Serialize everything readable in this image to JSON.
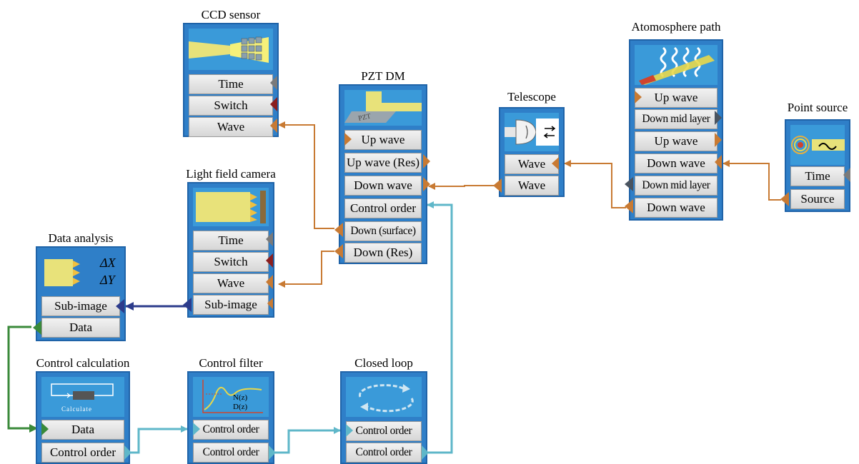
{
  "blocks": {
    "ccd": {
      "title": "CCD sensor",
      "ports": [
        "Time",
        "Switch",
        "Wave"
      ]
    },
    "lightfield": {
      "title": "Light field camera",
      "ports": [
        "Time",
        "Switch",
        "Wave",
        "Sub-image"
      ]
    },
    "analysis": {
      "title": "Data analysis",
      "dx": "ΔX",
      "dy": "ΔY",
      "ports": [
        "Sub-image",
        "Data"
      ]
    },
    "pzt": {
      "title": "PZT DM",
      "img_text": "PZT",
      "ports": [
        "Up wave",
        "Up wave (Res)",
        "Down wave",
        "Control order",
        "Down (surface)",
        "Down (Res)"
      ]
    },
    "telescope": {
      "title": "Telescope",
      "ports": [
        "Wave",
        "Wave"
      ]
    },
    "atmos": {
      "title": "Atomosphere path",
      "ports": [
        "Up wave",
        "Down mid layer",
        "Up wave",
        "Down wave",
        "Down mid layer",
        "Down wave"
      ]
    },
    "point": {
      "title": "Point source",
      "ports": [
        "Time",
        "Source"
      ]
    },
    "calc": {
      "title": "Control calculation",
      "img_text": "Calculate",
      "ports": [
        "Data",
        "Control order"
      ]
    },
    "filter": {
      "title": "Control filter",
      "img_lines": [
        "N(z)",
        "D(z)"
      ],
      "ports": [
        "Control order",
        "Control order"
      ]
    },
    "closed": {
      "title": "Closed loop",
      "ports": [
        "Control order",
        "Control order"
      ]
    }
  },
  "colors": {
    "block_blue": "#2f7fc8",
    "image_blue": "#3a9ad9",
    "wave_orange": "#c87a33",
    "subimage_navy": "#2d3c8c",
    "data_green": "#3a8a3a",
    "control_teal": "#5fb7c9",
    "switch_red": "#8b1f1f",
    "time_gray": "#7a7a7a"
  },
  "icons": [
    "ccd-sensor-image",
    "lenslet-camera-image",
    "subimage-analysis-image",
    "pzt-mirror-image",
    "telescope-image",
    "turbulence-waves-image",
    "point-source-image",
    "calculator-image",
    "transfer-function-image",
    "loop-arrows-image"
  ]
}
